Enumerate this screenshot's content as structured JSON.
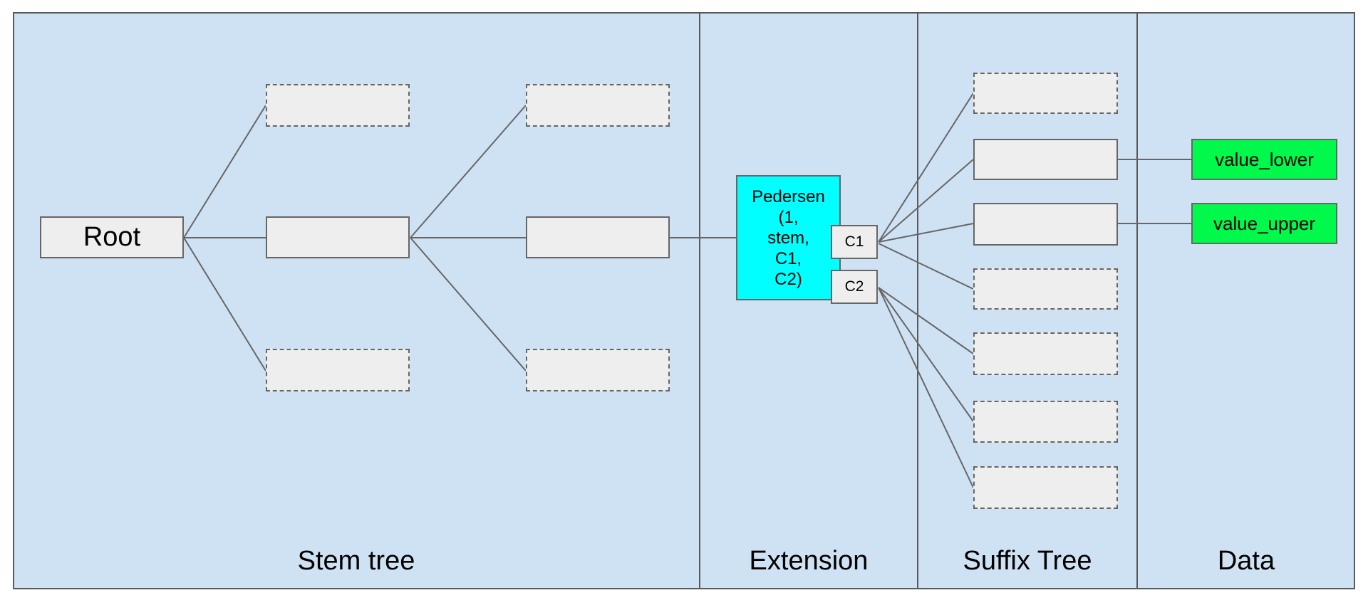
{
  "sections": [
    {
      "label": "Stem tree"
    },
    {
      "label": "Extension"
    },
    {
      "label": "Suffix Tree"
    },
    {
      "label": "Data"
    }
  ],
  "nodes": {
    "root": {
      "label": "Root"
    },
    "pedersen": {
      "lines": [
        "Pedersen",
        "(1,",
        "stem,",
        "C1,",
        "C2)"
      ]
    },
    "c1": {
      "label": "C1"
    },
    "c2": {
      "label": "C2"
    },
    "value_lower": {
      "label": "value_lower"
    },
    "value_upper": {
      "label": "value_upper"
    }
  },
  "colors": {
    "panel_background": "#cfe2f3",
    "node_fill": "#eeeeee",
    "node_border": "#666666",
    "extension_fill": "#00ffff",
    "data_fill": "#00f94b",
    "connector": "#666666",
    "frame_border": "#595959"
  }
}
